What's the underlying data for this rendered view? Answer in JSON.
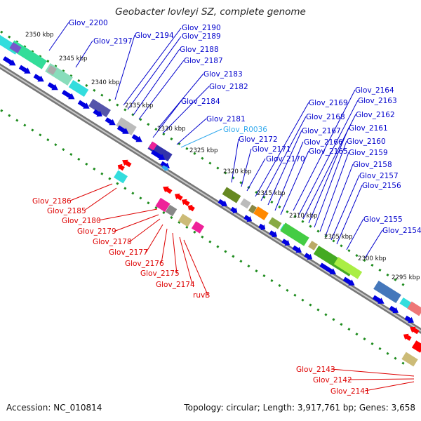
{
  "title": "Geobacter lovleyi SZ, complete genome",
  "footer": {
    "accession": "Accession: NC_010814",
    "summary": "Topology: circular; Length: 3,917,761 bp; Genes: 3,658"
  },
  "colors": {
    "forward_cds": "#0000e0",
    "reverse_cds": "#ff0000",
    "ncrna": "#33aaee",
    "backbone": "#888888",
    "dots": "#1e8c1e",
    "label_forward": "#0000cc",
    "label_reverse": "#dd0000",
    "label_rna": "#33aaee"
  },
  "kbp_ticks": [
    "2350 kbp",
    "2345 kbp",
    "2340 kbp",
    "2335 kbp",
    "2330 kbp",
    "2325 kbp",
    "2320 kbp",
    "2315 kbp",
    "2310 kbp",
    "2305 kbp",
    "2300 kbp",
    "2295 kbp"
  ],
  "labels_top": [
    "Glov_2200",
    "Glov_2197",
    "Glov_2194",
    "Glov_2190",
    "Glov_2189",
    "Glov_2188",
    "Glov_2187",
    "Glov_2183",
    "Glov_2182",
    "Glov_2184",
    "Glov_2181",
    "Glov_R0036",
    "Glov_2172",
    "Glov_2171",
    "Glov_2170",
    "Glov_2169",
    "Glov_2168",
    "Glov_2167",
    "Glov_2166",
    "Glov_2165",
    "Glov_2164",
    "Glov_2163",
    "Glov_2162",
    "Glov_2161",
    "Glov_2160",
    "Glov_2159",
    "Glov_2158",
    "Glov_2157",
    "Glov_2156",
    "Glov_2155",
    "Glov_2154"
  ],
  "labels_bottom": [
    "Glov_2186",
    "Glov_2185",
    "Glov_2180",
    "Glov_2179",
    "Glov_2178",
    "Glov_2177",
    "Glov_2176",
    "Glov_2175",
    "Glov_2174",
    "ruvB",
    "Glov_2143",
    "Glov_2142",
    "Glov_2141"
  ]
}
